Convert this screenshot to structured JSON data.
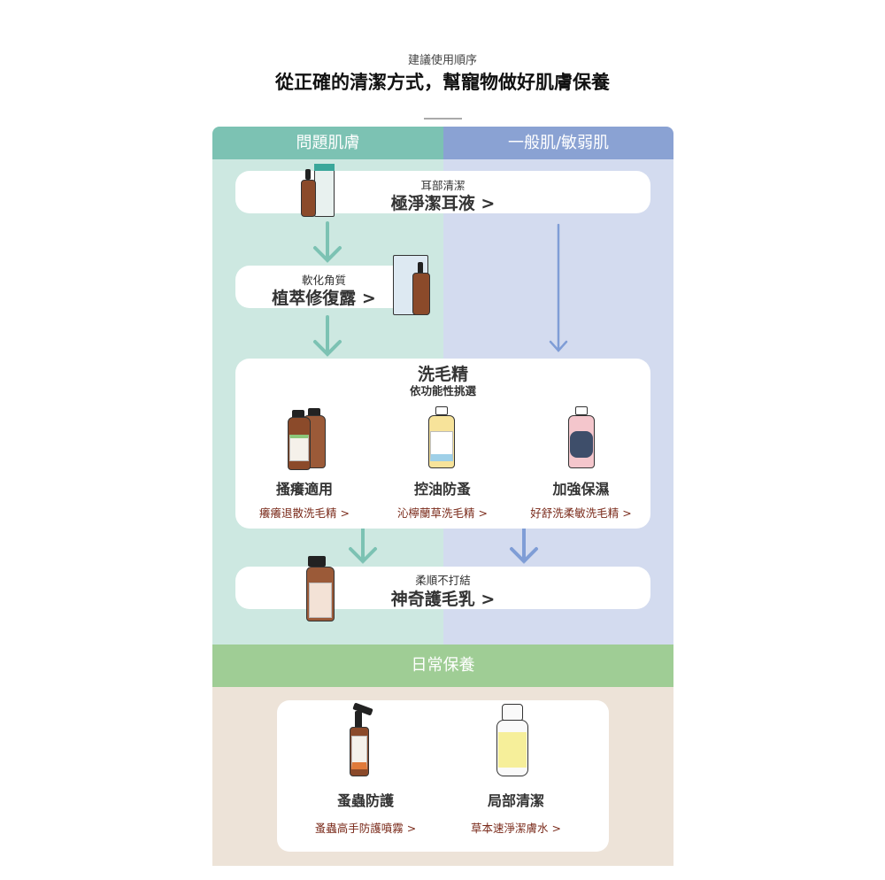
{
  "header": {
    "subtitle": "建議使用順序",
    "title": "從正確的清潔方式，幫寵物做好肌膚保養"
  },
  "columns": {
    "left": "問題肌膚",
    "right": "一般肌/敏弱肌"
  },
  "steps": {
    "ear": {
      "label": "耳部清潔",
      "product": "極淨潔耳液 >"
    },
    "soften": {
      "label": "軟化角質",
      "product": "植萃修復露 >"
    },
    "shampoo": {
      "title": "洗毛精",
      "subtitle": "依功能性挑選",
      "items": [
        {
          "label": "搔癢適用",
          "link": "癢癢退散洗毛精 >"
        },
        {
          "label": "控油防蚤",
          "link": "沁檸蘭草洗毛精 >"
        },
        {
          "label": "加強保濕",
          "link": "好舒洗柔敏洗毛精 >"
        }
      ]
    },
    "conditioner": {
      "label": "柔順不打結",
      "product": "神奇護毛乳 >"
    }
  },
  "daily": {
    "title": "日常保養",
    "items": [
      {
        "label": "蚤蟲防護",
        "link": "蚤蟲高手防護噴霧 >"
      },
      {
        "label": "局部清潔",
        "link": "草本速淨潔膚水 >"
      }
    ]
  },
  "colors": {
    "teal": "#7cc2b3",
    "blue": "#8aa2d3",
    "green": "#9fcd95",
    "beige": "#ede3d8",
    "link": "#7a2a1a"
  }
}
